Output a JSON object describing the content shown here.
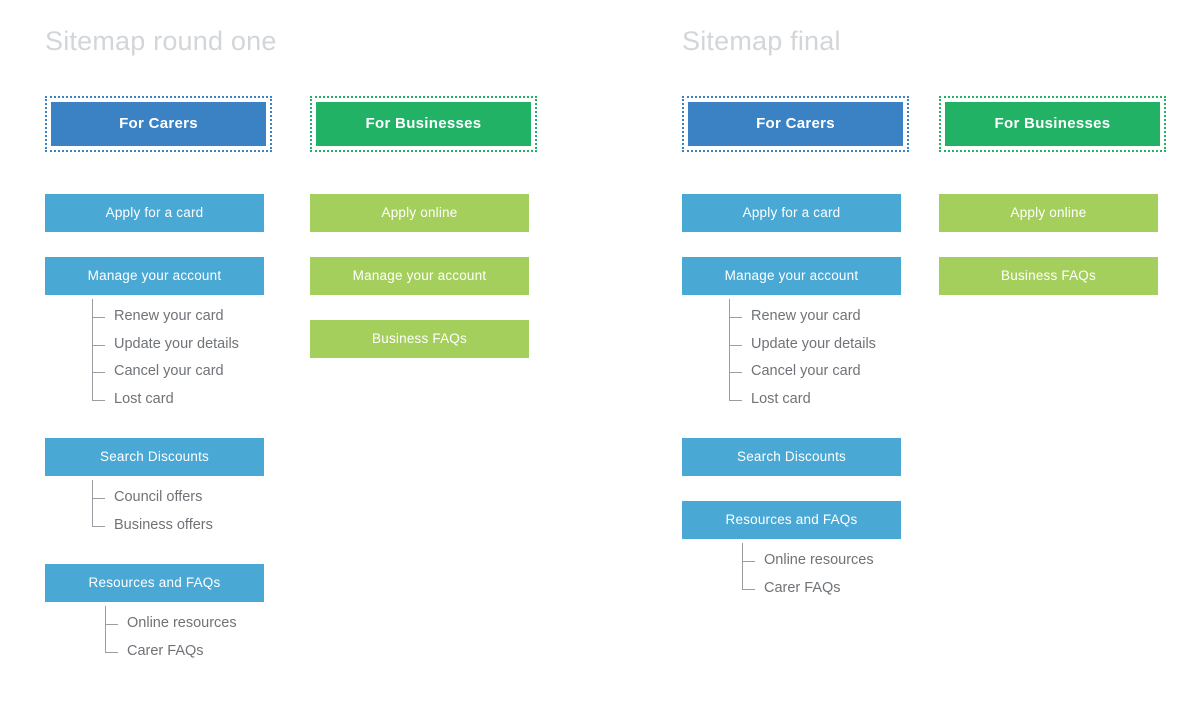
{
  "colors": {
    "title_gray": "#d3d6d9",
    "header_blue": "#3b82c4",
    "header_green": "#22b265",
    "node_blue": "#4aa8d4",
    "node_green": "#a5cf5c",
    "tree_text": "#6f7377",
    "tree_line": "#9a9ea2",
    "background": "#ffffff"
  },
  "panels": [
    {
      "title": "Sitemap round one",
      "carers": {
        "root": "For Carers",
        "groups": [
          {
            "box": "Apply for a card",
            "children": []
          },
          {
            "box": "Manage your account",
            "children": [
              "Renew your card",
              "Update your details",
              "Cancel your card",
              "Lost card"
            ]
          },
          {
            "box": "Search Discounts",
            "children": [
              "Council offers",
              "Business offers"
            ]
          },
          {
            "box": "Resources and FAQs",
            "children": [
              "Online resources",
              "Carer FAQs"
            ]
          }
        ]
      },
      "business": {
        "root": "For Businesses",
        "groups": [
          {
            "box": "Apply online",
            "children": []
          },
          {
            "box": "Manage your account",
            "children": []
          },
          {
            "box": "Business FAQs",
            "children": []
          }
        ]
      }
    },
    {
      "title": "Sitemap final",
      "carers": {
        "root": "For Carers",
        "groups": [
          {
            "box": "Apply for a card",
            "children": []
          },
          {
            "box": "Manage your account",
            "children": [
              "Renew your card",
              "Update your details",
              "Cancel your card",
              "Lost card"
            ]
          },
          {
            "box": "Search Discounts",
            "children": []
          },
          {
            "box": "Resources and FAQs",
            "children": [
              "Online resources",
              "Carer FAQs"
            ]
          }
        ]
      },
      "business": {
        "root": "For Businesses",
        "groups": [
          {
            "box": "Apply online",
            "children": []
          },
          {
            "box": "Business FAQs",
            "children": []
          }
        ]
      }
    }
  ]
}
